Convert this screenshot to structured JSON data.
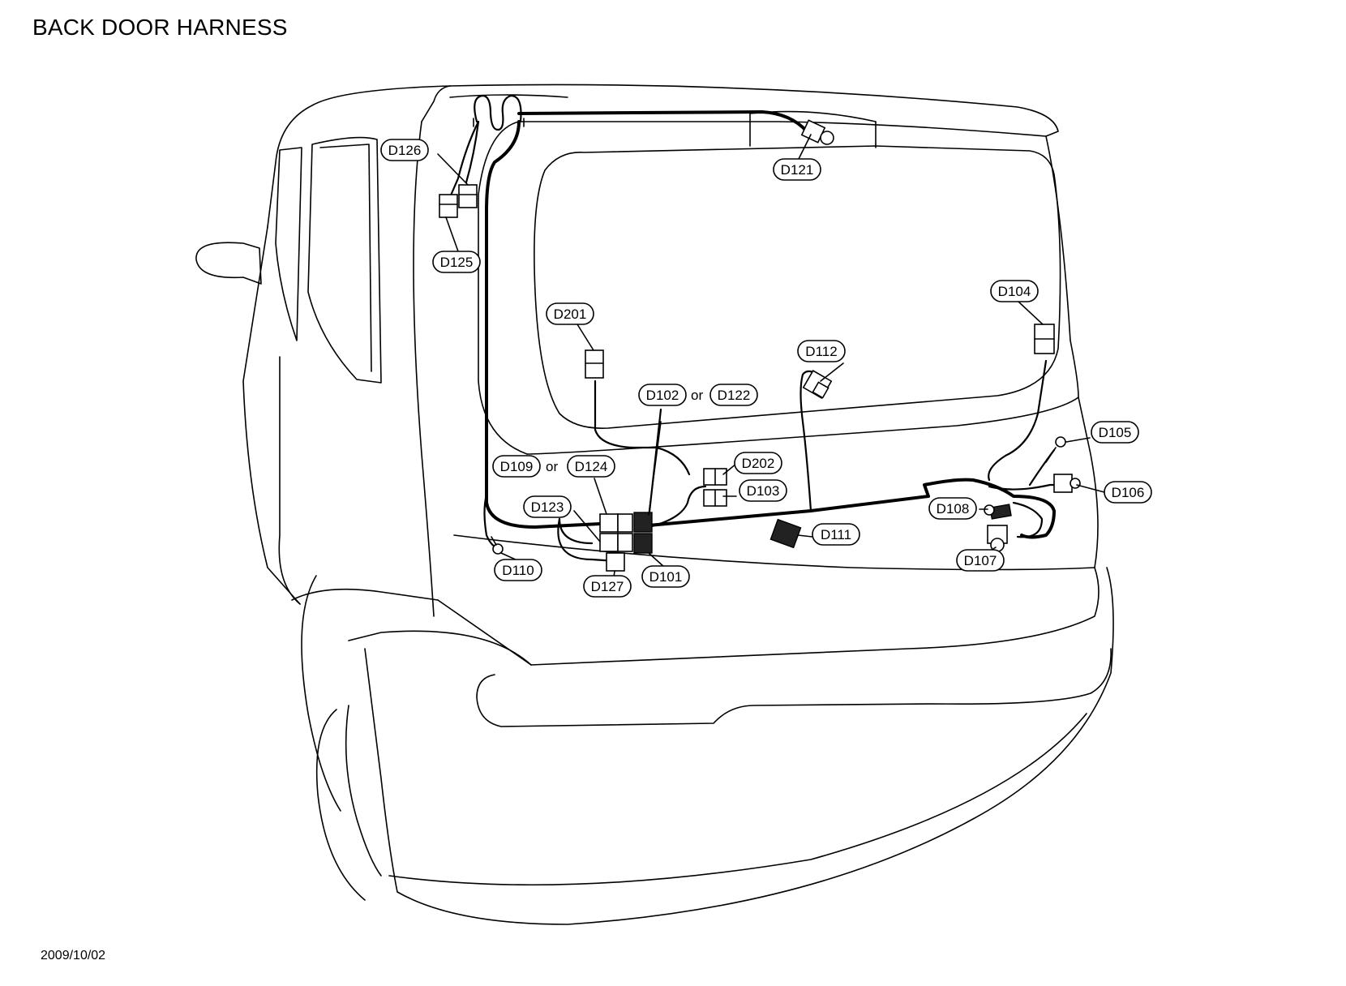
{
  "title": "BACK DOOR HARNESS",
  "date": "2009/10/02",
  "or_text": "or",
  "connectors": {
    "D126": "D126",
    "D125": "D125",
    "D121": "D121",
    "D201": "D201",
    "D104": "D104",
    "D112": "D112",
    "D102": "D102",
    "D122": "D122",
    "D105": "D105",
    "D109": "D109",
    "D124": "D124",
    "D202": "D202",
    "D106": "D106",
    "D103": "D103",
    "D123": "D123",
    "D108": "D108",
    "D111": "D111",
    "D101": "D101",
    "D110": "D110",
    "D107": "D107",
    "D127": "D127"
  }
}
